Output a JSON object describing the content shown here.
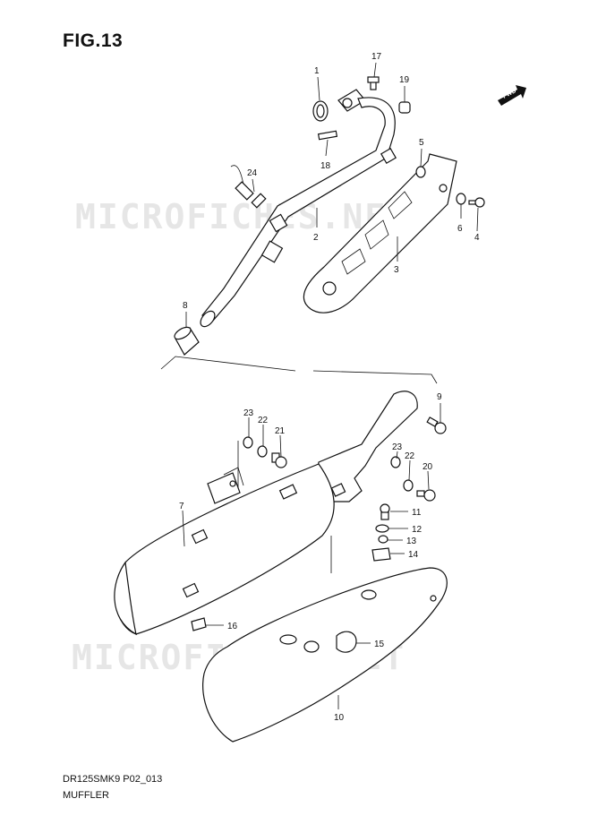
{
  "figure": {
    "title": "FIG.13",
    "code": "DR125SMK9 P02_013",
    "name": "MUFFLER"
  },
  "watermark": "MICROFICHES.NET",
  "fwd_label": "FWD",
  "callouts": [
    "1",
    "2",
    "3",
    "4",
    "5",
    "6",
    "7",
    "8",
    "9",
    "10",
    "11",
    "12",
    "13",
    "14",
    "15",
    "16",
    "17",
    "18",
    "19",
    "20",
    "21",
    "22",
    "22",
    "23",
    "23",
    "24"
  ]
}
